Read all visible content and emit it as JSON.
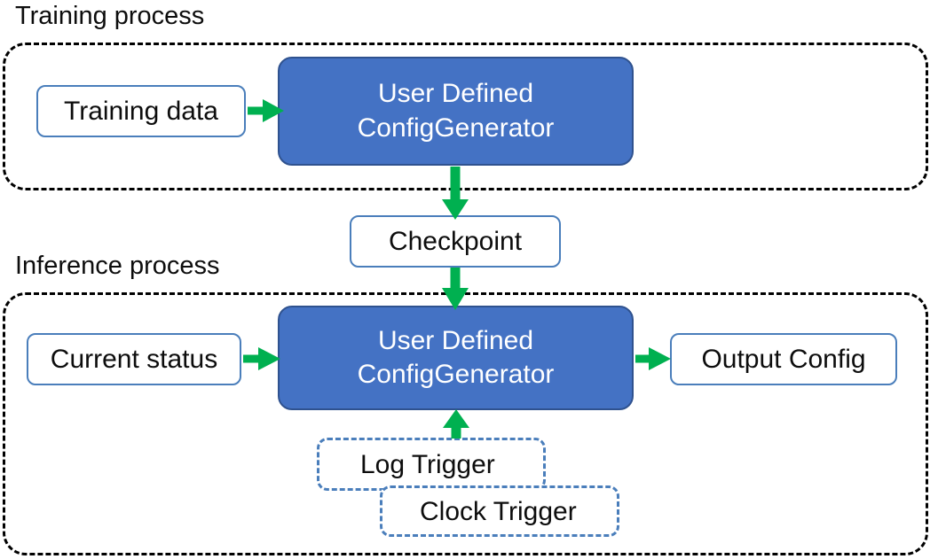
{
  "diagram": {
    "title_training": "Training process",
    "title_inference": "Inference process",
    "colors": {
      "process_box_fill": "#4472C4",
      "process_box_border": "#2F528F",
      "plain_box_border": "#4A7EBB",
      "trigger_box_border": "#4A7EBB",
      "arrow": "#00B050",
      "container_border": "#000000",
      "text_dark": "#0D0D0D",
      "text_light": "#FFFFFF"
    }
  },
  "training": {
    "caption": "Training process",
    "nodes": {
      "training_data": "Training data",
      "generator_line1": "User Defined",
      "generator_line2": "ConfigGenerator"
    }
  },
  "checkpoint": {
    "label": "Checkpoint"
  },
  "inference": {
    "caption": "Inference process",
    "nodes": {
      "current_status": "Current status",
      "generator_line1": "User Defined",
      "generator_line2": "ConfigGenerator",
      "output_config": "Output Config",
      "log_trigger": "Log Trigger",
      "clock_trigger": "Clock Trigger"
    }
  },
  "arrows": [
    {
      "name": "training-data-to-generator",
      "from": "Training data",
      "to": "User Defined ConfigGenerator",
      "direction": "right"
    },
    {
      "name": "generator-to-checkpoint",
      "from": "User Defined ConfigGenerator",
      "to": "Checkpoint",
      "direction": "down"
    },
    {
      "name": "checkpoint-to-inference-generator",
      "from": "Checkpoint",
      "to": "User Defined ConfigGenerator",
      "direction": "down"
    },
    {
      "name": "current-status-to-generator",
      "from": "Current status",
      "to": "User Defined ConfigGenerator",
      "direction": "right"
    },
    {
      "name": "generator-to-output-config",
      "from": "User Defined ConfigGenerator",
      "to": "Output Config",
      "direction": "right"
    },
    {
      "name": "triggers-to-generator",
      "from": "Log Trigger / Clock Trigger",
      "to": "User Defined ConfigGenerator",
      "direction": "up"
    }
  ]
}
